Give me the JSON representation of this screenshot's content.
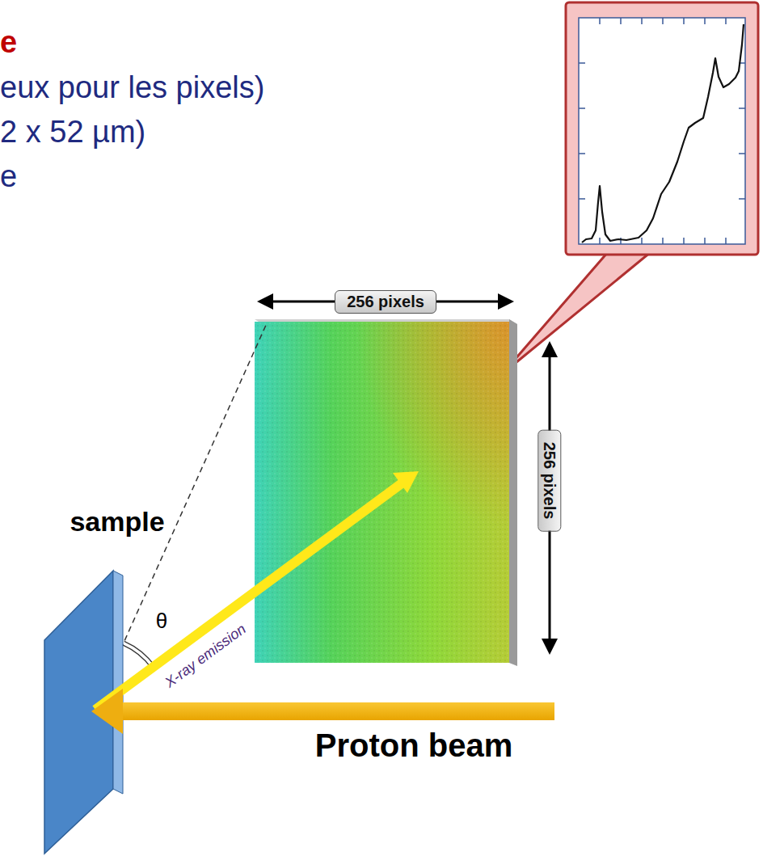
{
  "diagram": {
    "nodes": [
      {
        "text": [
          "256 pixels"
        ]
      },
      {
        "text": [
          "256 pixels"
        ]
      }
    ],
    "labels": [
      "e",
      "eux pour les pixels)",
      "2 x 52 µm)",
      "e",
      "sample",
      "θ",
      "X-ray emission",
      "Proton beam"
    ]
  }
}
